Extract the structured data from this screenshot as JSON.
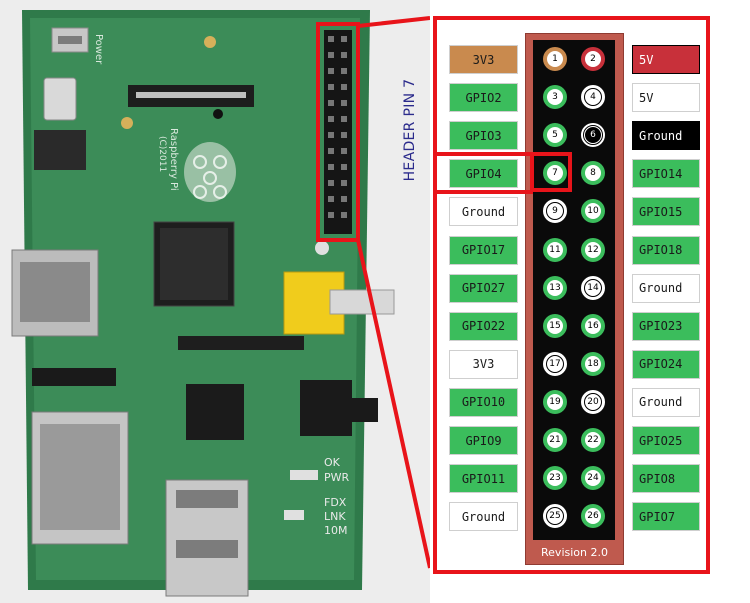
{
  "header_label": "HEADER PIN 7",
  "revision": "Revision 2.0",
  "colors": {
    "gpio": "#3bbd5c",
    "ground": "#ffffff",
    "p3v3": "#c98a4e",
    "p5v": "#c8303a",
    "ground_dark": "#000000",
    "frame": "#e8141a",
    "strip": "#bf5a4e"
  },
  "board_text": {
    "power": "Power",
    "raspberry_pi": "Raspberry Pi",
    "copyright": "(C)2011",
    "ok": "OK",
    "pwr": "PWR",
    "fdx": "FDX",
    "lnk": "LNK",
    "m10": "10M"
  },
  "pins": [
    {
      "n": "1",
      "left": "3V3",
      "left_kind": "p3v3",
      "n2": "2",
      "right": "5V",
      "right_kind": "p5v"
    },
    {
      "n": "3",
      "left": "GPIO2",
      "left_kind": "gpio",
      "n2": "4",
      "right": "5V",
      "right_kind": "ground"
    },
    {
      "n": "5",
      "left": "GPIO3",
      "left_kind": "gpio",
      "n2": "6",
      "right": "Ground",
      "right_kind": "ground_dark"
    },
    {
      "n": "7",
      "left": "GPIO4",
      "left_kind": "gpio",
      "n2": "8",
      "right": "GPIO14",
      "right_kind": "gpio"
    },
    {
      "n": "9",
      "left": "Ground",
      "left_kind": "ground",
      "n2": "10",
      "right": "GPIO15",
      "right_kind": "gpio"
    },
    {
      "n": "11",
      "left": "GPIO17",
      "left_kind": "gpio",
      "n2": "12",
      "right": "GPIO18",
      "right_kind": "gpio"
    },
    {
      "n": "13",
      "left": "GPIO27",
      "left_kind": "gpio",
      "n2": "14",
      "right": "Ground",
      "right_kind": "ground"
    },
    {
      "n": "15",
      "left": "GPIO22",
      "left_kind": "gpio",
      "n2": "16",
      "right": "GPIO23",
      "right_kind": "gpio"
    },
    {
      "n": "17",
      "left": "3V3",
      "left_kind": "ground",
      "n2": "18",
      "right": "GPIO24",
      "right_kind": "gpio"
    },
    {
      "n": "19",
      "left": "GPIO10",
      "left_kind": "gpio",
      "n2": "20",
      "right": "Ground",
      "right_kind": "ground"
    },
    {
      "n": "21",
      "left": "GPIO9",
      "left_kind": "gpio",
      "n2": "22",
      "right": "GPIO25",
      "right_kind": "gpio"
    },
    {
      "n": "23",
      "left": "GPIO11",
      "left_kind": "gpio",
      "n2": "24",
      "right": "GPIO8",
      "right_kind": "gpio"
    },
    {
      "n": "25",
      "left": "Ground",
      "left_kind": "ground",
      "n2": "26",
      "right": "GPIO7",
      "right_kind": "gpio"
    }
  ]
}
